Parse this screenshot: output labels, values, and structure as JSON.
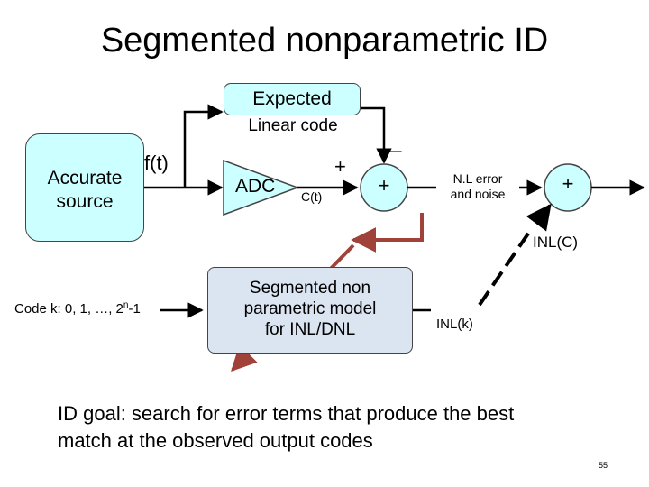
{
  "title": "Segmented nonparametric ID",
  "diagram": {
    "source": {
      "line1": "Accurate",
      "line2": "source"
    },
    "signal_label": "f(t)",
    "expected": {
      "label": "Expected",
      "sublabel": "Linear code"
    },
    "adc": {
      "label": "ADC",
      "output_label": "C(t)"
    },
    "sum1": {
      "plus_input": "+",
      "minus_input": "_",
      "symbol": "+"
    },
    "error": {
      "line1": "N.L error",
      "line2": "and noise"
    },
    "sum2": {
      "symbol": "+"
    },
    "inl_c_label": "INL(C)",
    "code_label": {
      "prefix": "Code k: 0, 1, …, 2",
      "exp": "n",
      "suffix": "-1"
    },
    "model": {
      "line1": "Segmented non",
      "line2": "parametric model",
      "line3": "for INL/DNL"
    },
    "inl_k_label": "INL(k)"
  },
  "goal": {
    "line1": "ID goal: search for error terms that produce the best",
    "line2": "match at the observed output codes"
  },
  "page_number": "55",
  "colors": {
    "box_fill": "#ccffff",
    "model_fill": "#dbe4f1",
    "feedback_arrow": "#a0413a"
  }
}
